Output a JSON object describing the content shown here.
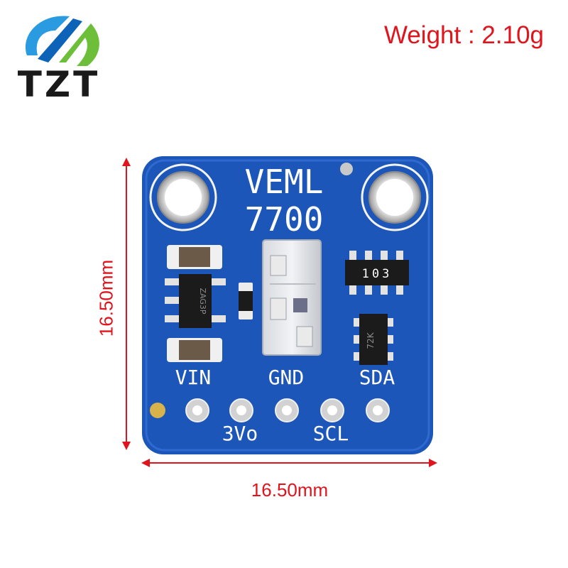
{
  "logo": {
    "text": "TZT"
  },
  "weight": {
    "text": "Weight : 2.10g"
  },
  "dimensions": {
    "height_label": "16.50mm",
    "width_label": "16.50mm"
  },
  "board": {
    "silkscreen": {
      "line1": "VEML",
      "line2": "7700"
    },
    "resistor_label": "103",
    "chip_label_left": "ZAG3P",
    "chip_label_right": "72K",
    "pins": {
      "top": [
        "VIN",
        "GND",
        "SDA"
      ],
      "bottom": [
        "3Vo",
        "SCL"
      ]
    }
  },
  "colors": {
    "pcb": "#1c55b8",
    "accent": "#e0141c",
    "pad": "#c9c9c9"
  }
}
